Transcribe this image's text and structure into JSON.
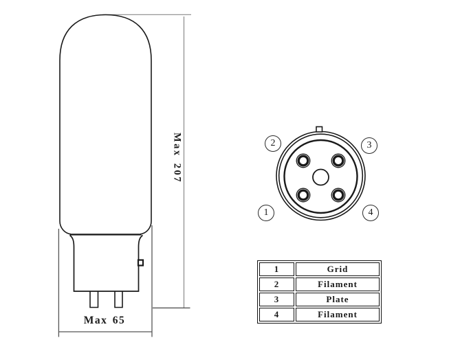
{
  "drawing": {
    "height_dim_label": "Max 207",
    "width_dim_label": "Max 65"
  },
  "pinout": {
    "pin_labels": [
      "1",
      "2",
      "3",
      "4"
    ]
  },
  "pin_table": {
    "rows": [
      {
        "pin": "1",
        "name": "Grid"
      },
      {
        "pin": "2",
        "name": "Filament"
      },
      {
        "pin": "3",
        "name": "Plate"
      },
      {
        "pin": "4",
        "name": "Filament"
      }
    ]
  },
  "colors": {
    "outline": "#1a1a1a",
    "dimension_line_light": "#8a8a8a",
    "dimension_line_dark": "#555555",
    "background": "#ffffff"
  }
}
